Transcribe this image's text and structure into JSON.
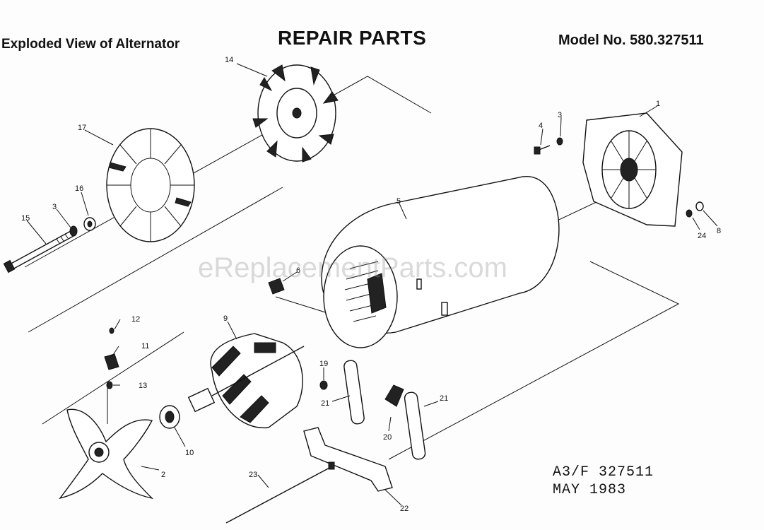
{
  "header": {
    "left_title": "Exploded View of Alternator",
    "center_title": "REPAIR PARTS",
    "model": "Model No. 580.327511"
  },
  "stamp": {
    "line1": "A3/F  327511",
    "line2": "MAY  1983"
  },
  "watermark": "eReplacementParts.com",
  "callouts": {
    "c1": "1",
    "c2": "2",
    "c3a": "3",
    "c3b": "3",
    "c4": "4",
    "c5": "5",
    "c8": "8",
    "c9": "9",
    "c10": "10",
    "c11": "11",
    "c12": "12",
    "c13": "13",
    "c14": "14",
    "c15": "15",
    "c16": "16",
    "c17": "17",
    "c19": "19",
    "c20": "20",
    "c21a": "21",
    "c21b": "21",
    "c22": "22",
    "c23": "23",
    "c24": "24",
    "c6": "6"
  }
}
